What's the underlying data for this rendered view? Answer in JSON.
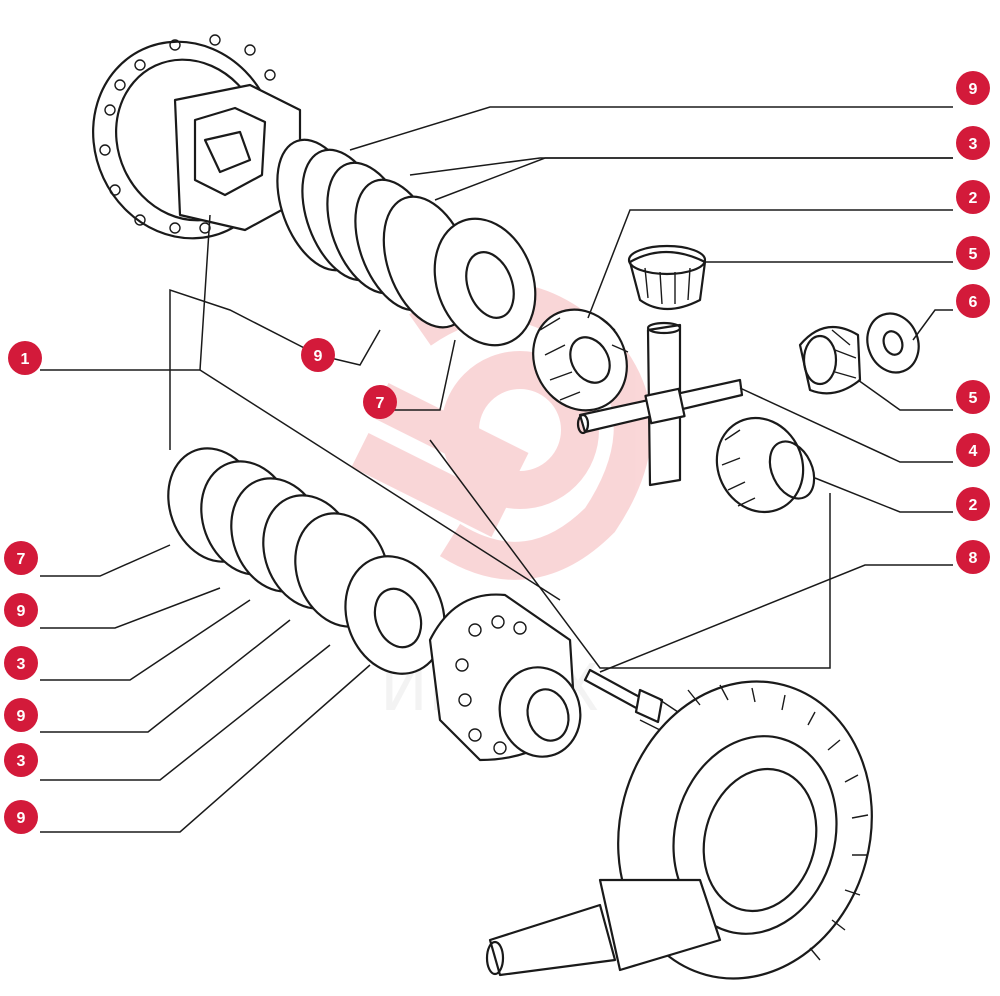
{
  "watermark": {
    "text": "ИНТЕХ",
    "color": "#e8474f"
  },
  "badge_color": "#d31a3a",
  "callouts": [
    {
      "id": "c-9-a",
      "label": "9"
    },
    {
      "id": "c-3-a",
      "label": "3"
    },
    {
      "id": "c-2-a",
      "label": "2"
    },
    {
      "id": "c-5-a",
      "label": "5"
    },
    {
      "id": "c-6",
      "label": "6"
    },
    {
      "id": "c-5-b",
      "label": "5"
    },
    {
      "id": "c-4",
      "label": "4"
    },
    {
      "id": "c-2-b",
      "label": "2"
    },
    {
      "id": "c-8",
      "label": "8"
    },
    {
      "id": "c-1",
      "label": "1"
    },
    {
      "id": "c-9-b",
      "label": "9"
    },
    {
      "id": "c-7-a",
      "label": "7"
    },
    {
      "id": "c-7-b",
      "label": "7"
    },
    {
      "id": "c-9-c",
      "label": "9"
    },
    {
      "id": "c-3-b",
      "label": "3"
    },
    {
      "id": "c-9-d",
      "label": "9"
    },
    {
      "id": "c-3-c",
      "label": "3"
    },
    {
      "id": "c-9-e",
      "label": "9"
    }
  ],
  "parts": [
    {
      "name": "differential-housing-left",
      "icon": "housing-flange-drawing"
    },
    {
      "name": "friction-disc-pack-upper",
      "icon": "clutch-disc-drawing"
    },
    {
      "name": "side-gear-upper",
      "icon": "bevel-gear-drawing"
    },
    {
      "name": "planet-pinion",
      "icon": "bevel-pinion-drawing"
    },
    {
      "name": "thrust-washer",
      "icon": "washer-drawing"
    },
    {
      "name": "cross-spider",
      "icon": "spider-shaft-drawing"
    },
    {
      "name": "side-gear-lower",
      "icon": "bevel-gear-drawing"
    },
    {
      "name": "friction-disc-pack-lower",
      "icon": "clutch-disc-drawing"
    },
    {
      "name": "differential-housing-right",
      "icon": "housing-drawing"
    },
    {
      "name": "bolt",
      "icon": "bolt-drawing"
    },
    {
      "name": "ring-gear-and-pinion",
      "icon": "crown-wheel-drawing"
    }
  ]
}
